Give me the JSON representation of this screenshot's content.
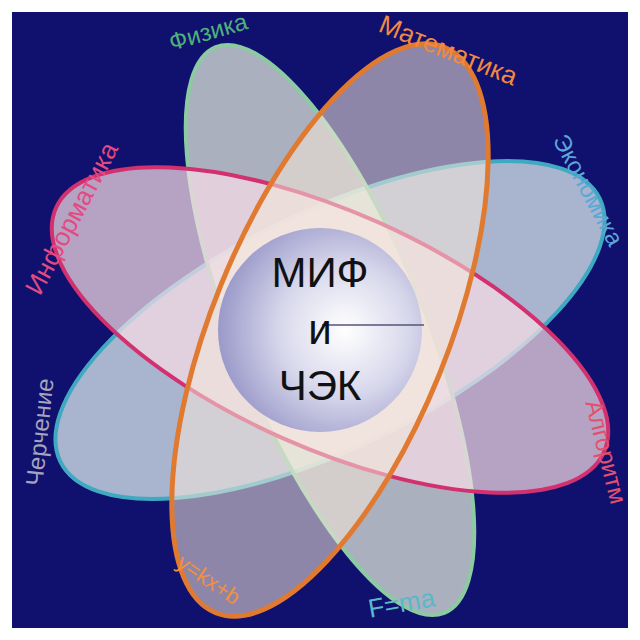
{
  "diagram": {
    "nodes": [
      {
        "text": [
          "МИФ и ЧЭК"
        ]
      }
    ],
    "labels": [
      "Физика",
      "Математика",
      "Экономика",
      "Информатика",
      "Алгоритм",
      "Черчение",
      "y=kx+b",
      "F=ma"
    ]
  }
}
